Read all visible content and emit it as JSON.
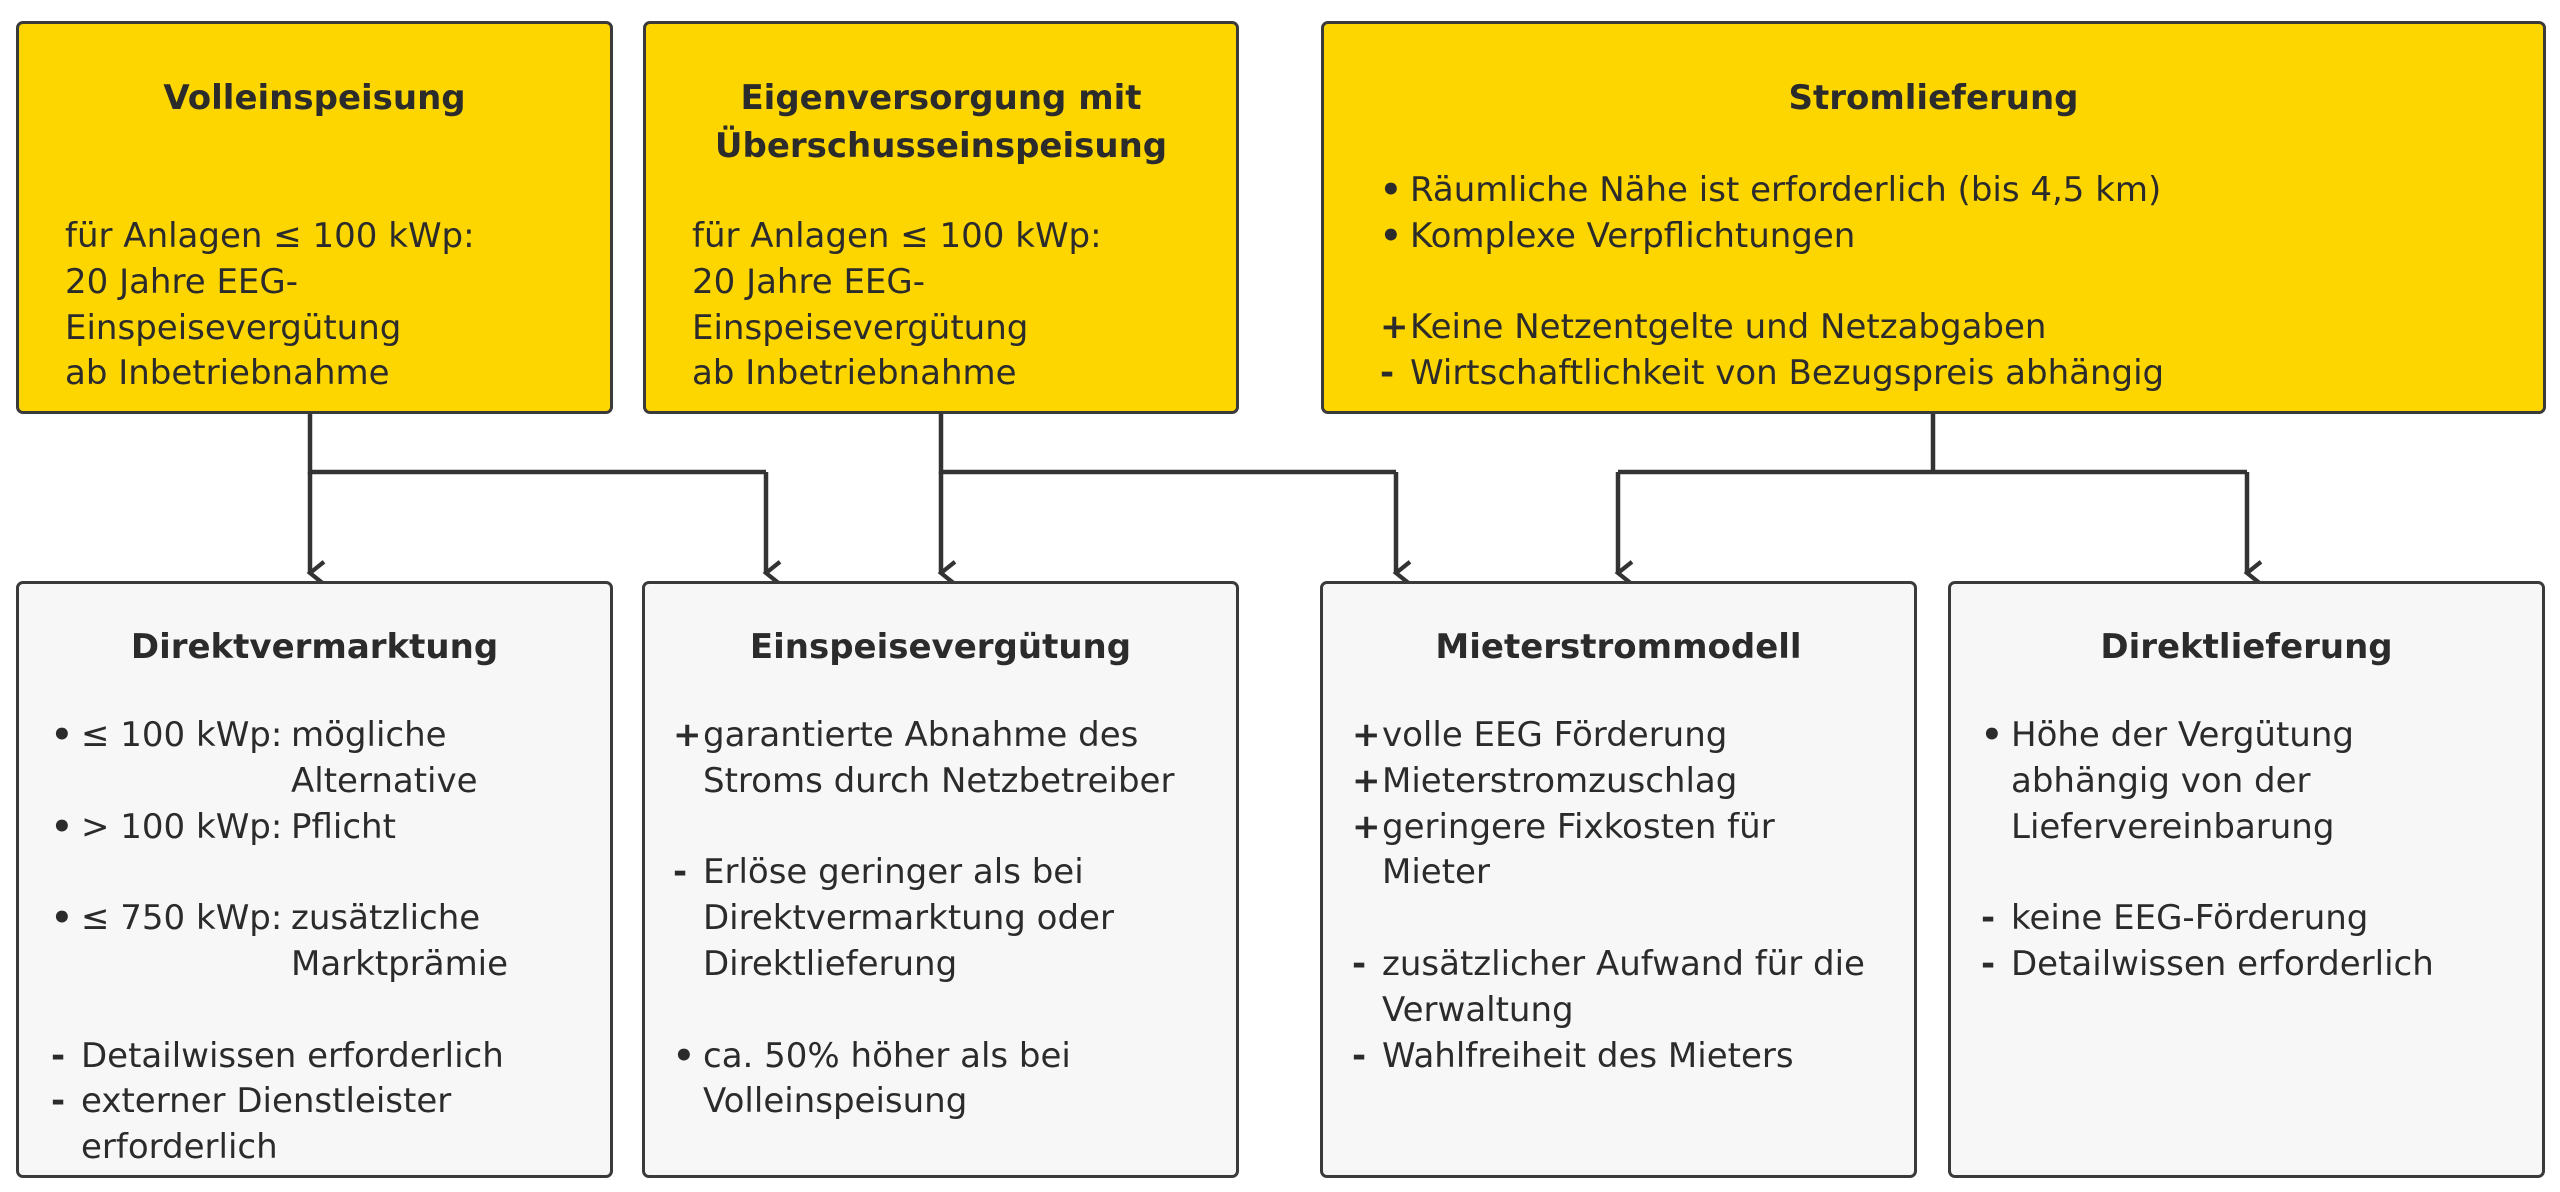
{
  "boxes": {
    "volleinspeisung": {
      "title": "Volleinspeisung",
      "text": "für Anlagen ≤ 100 kWp:\n20 Jahre EEG-\nEinspeisevergütung\nab Inbetriebnahme"
    },
    "eigenversorgung": {
      "title": "Eigenversorgung mit\nÜberschusseinspeisung",
      "text": "für Anlagen ≤ 100 kWp:\n20 Jahre EEG-\nEinspeisevergütung\nab Inbetriebnahme"
    },
    "stromlieferung": {
      "title": "Stromlieferung",
      "items": [
        {
          "marker": "•",
          "text": "Räumliche Nähe ist erforderlich (bis 4,5 km)"
        },
        {
          "marker": "•",
          "text": "Komplexe Verpflichtungen"
        },
        {
          "marker": "+",
          "text": "Keine Netzentgelte und Netzabgaben"
        },
        {
          "marker": "-",
          "text": "Wirtschaftlichkeit von Bezugspreis abhängig"
        }
      ]
    },
    "direktvermarktung": {
      "title": "Direktvermarktung",
      "rows": [
        {
          "marker": "•",
          "label": "≤ 100 kWp:",
          "value": "mögliche\nAlternative"
        },
        {
          "marker": "•",
          "label": "> 100 kWp:",
          "value": "Pflicht"
        },
        {
          "marker": "•",
          "label": "≤ 750 kWp:",
          "value": "zusätzliche\nMarktprämie"
        }
      ],
      "items": [
        {
          "marker": "-",
          "text": "Detailwissen erforderlich"
        },
        {
          "marker": "-",
          "text": "externer Dienstleister\nerforderlich"
        }
      ]
    },
    "einspeiseverguetung": {
      "title": "Einspeisevergütung",
      "items": [
        {
          "marker": "+",
          "text": "garantierte Abnahme des\nStroms durch Netzbetreiber"
        },
        {
          "marker": "-",
          "text": "Erlöse geringer als bei\nDirektvermarktung oder\nDirektlieferung"
        },
        {
          "marker": "•",
          "text": "ca. 50% höher als bei\nVolleinspeisung"
        }
      ]
    },
    "mieterstrommodell": {
      "title": "Mieterstrommodell",
      "items": [
        {
          "marker": "+",
          "text": "volle EEG Förderung"
        },
        {
          "marker": "+",
          "text": "Mieterstromzuschlag"
        },
        {
          "marker": "+",
          "text": "geringere Fixkosten für\nMieter"
        },
        {
          "marker": "-",
          "text": "zusätzlicher Aufwand für die\nVerwaltung"
        },
        {
          "marker": "-",
          "text": "Wahlfreiheit des Mieters"
        }
      ]
    },
    "direktlieferung": {
      "title": "Direktlieferung",
      "items": [
        {
          "marker": "•",
          "text": "Höhe der Vergütung\nabhängig von der\nLiefervereinbarung"
        },
        {
          "marker": "-",
          "text": "keine EEG-Förderung"
        },
        {
          "marker": "-",
          "text": "Detailwissen erforderlich"
        }
      ]
    }
  },
  "colors": {
    "top_fill": "#fdd600",
    "bottom_fill": "#f7f7f7",
    "border": "#3a3a3a",
    "text": "#2b2b2b"
  }
}
